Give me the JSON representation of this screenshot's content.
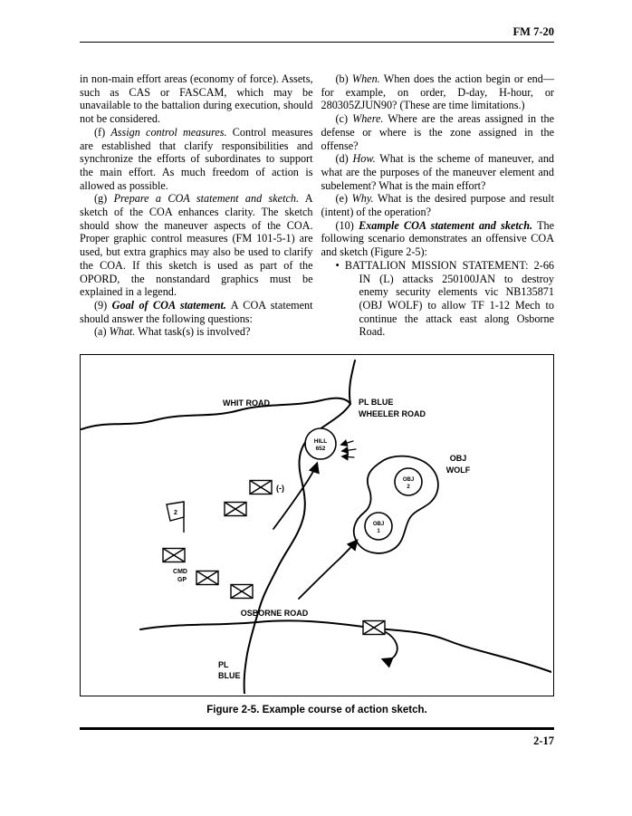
{
  "header": {
    "doc_ref": "FM 7-20"
  },
  "left": {
    "p1": "in non-main effort areas (economy of force). Assets, such as CAS or FASCAM, which may be unavailable to the battalion during execution, should not be considered.",
    "p2_label": "(f)",
    "p2_title": "Assign control measures.",
    "p2_body": "Control measures are established that clarify responsibilities and synchronize the efforts of subordinates to support the main effort. As much freedom of action is allowed as possible.",
    "p3_label": "(g)",
    "p3_title": "Prepare a COA statement and sketch.",
    "p3_body": "A sketch of the COA enhances clarity. The sketch should show the maneuver aspects of the COA. Proper graphic control measures (FM 101-5-1) are used, but extra graphics may also be used to clarify the COA. If this sketch is used as part of the OPORD, the nonstandard graphics must be explained in a legend.",
    "p4_label": "(9)",
    "p4_title": "Goal of COA statement.",
    "p4_body": "A COA statement should answer the following questions:",
    "p5_label": "(a)",
    "p5_title": "What.",
    "p5_body": "What task(s) is involved?"
  },
  "right": {
    "p1_label": "(b)",
    "p1_title": "When.",
    "p1_body": "When does the action begin or end—for example, on order, D-day, H-hour, or 280305ZJUN90? (These are time limitations.)",
    "p2_label": "(c)",
    "p2_title": "Where.",
    "p2_body": "Where are the areas assigned in the defense or where is the zone assigned in the offense?",
    "p3_label": "(d)",
    "p3_title": "How.",
    "p3_body": "What is the scheme of maneuver, and what are the purposes of the maneuver element and subelement? What is the main effort?",
    "p4_label": "(e)",
    "p4_title": "Why.",
    "p4_body": "What is the desired purpose and result (intent) of the operation?",
    "p5_label": "(10)",
    "p5_title": "Example COA statement and sketch.",
    "p5_body": "The following scenario demonstrates an offensive COA and sketch (Figure 2-5):",
    "bullet": "•",
    "bullet_lead": "BATTALION MISSION STATEMENT:",
    "bullet_body": "2-66 IN (L) attacks 250100JAN to destroy enemy security elements vic NB135871 (OBJ WOLF) to allow TF 1-12 Mech to continue the attack east along Osborne Road."
  },
  "figure": {
    "caption": "Figure 2-5.  Example course of action sketch.",
    "labels": {
      "whit_road": "WHIT ROAD",
      "pl_blue_top": "PL BLUE",
      "wheeler_road": "WHEELER ROAD",
      "hill_name": "HILL",
      "hill_elev": "652",
      "obj_wolf_top": "OBJ",
      "obj_wolf_bottom": "WOLF",
      "obj2_top": "OBJ",
      "obj2_num": "2",
      "obj1_top": "OBJ",
      "obj1_num": "1",
      "minus": "(-)",
      "flag_num": "2",
      "cmd": "CMD",
      "gp": "GP",
      "osborne_road": "OSBORNE ROAD",
      "pl_bottom": "PL",
      "blue_bottom": "BLUE"
    }
  },
  "footer": {
    "page_number": "2-17"
  }
}
